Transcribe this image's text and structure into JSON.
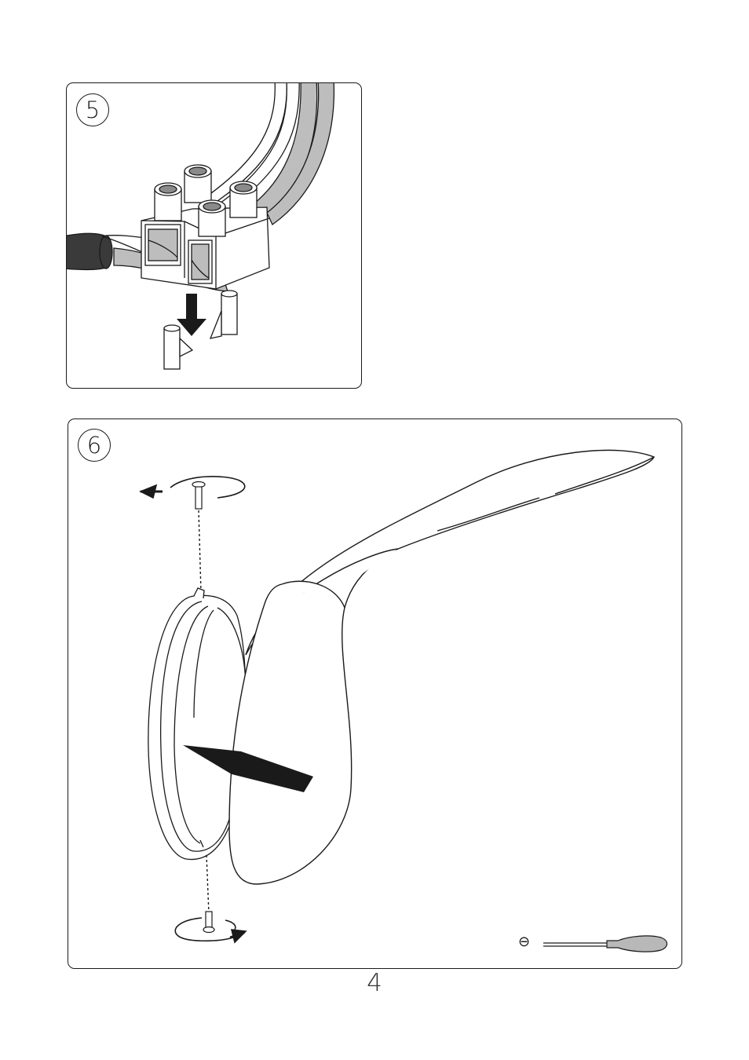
{
  "steps": [
    {
      "number": "5"
    },
    {
      "number": "6"
    }
  ],
  "tool": {
    "symbol": "⊖"
  },
  "page": {
    "number": "4"
  },
  "colors": {
    "line": "#1a1a1a",
    "cable_grey": "#bdbdbd",
    "cable_dark": "#3a3a3a",
    "tool_handle": "#b8b8b8"
  },
  "icons": [
    "down-arrow-icon",
    "rotate-counterclockwise-icon",
    "rotate-clockwise-icon",
    "screw-icon",
    "screwdriver-icon",
    "push-arrow-icon"
  ]
}
